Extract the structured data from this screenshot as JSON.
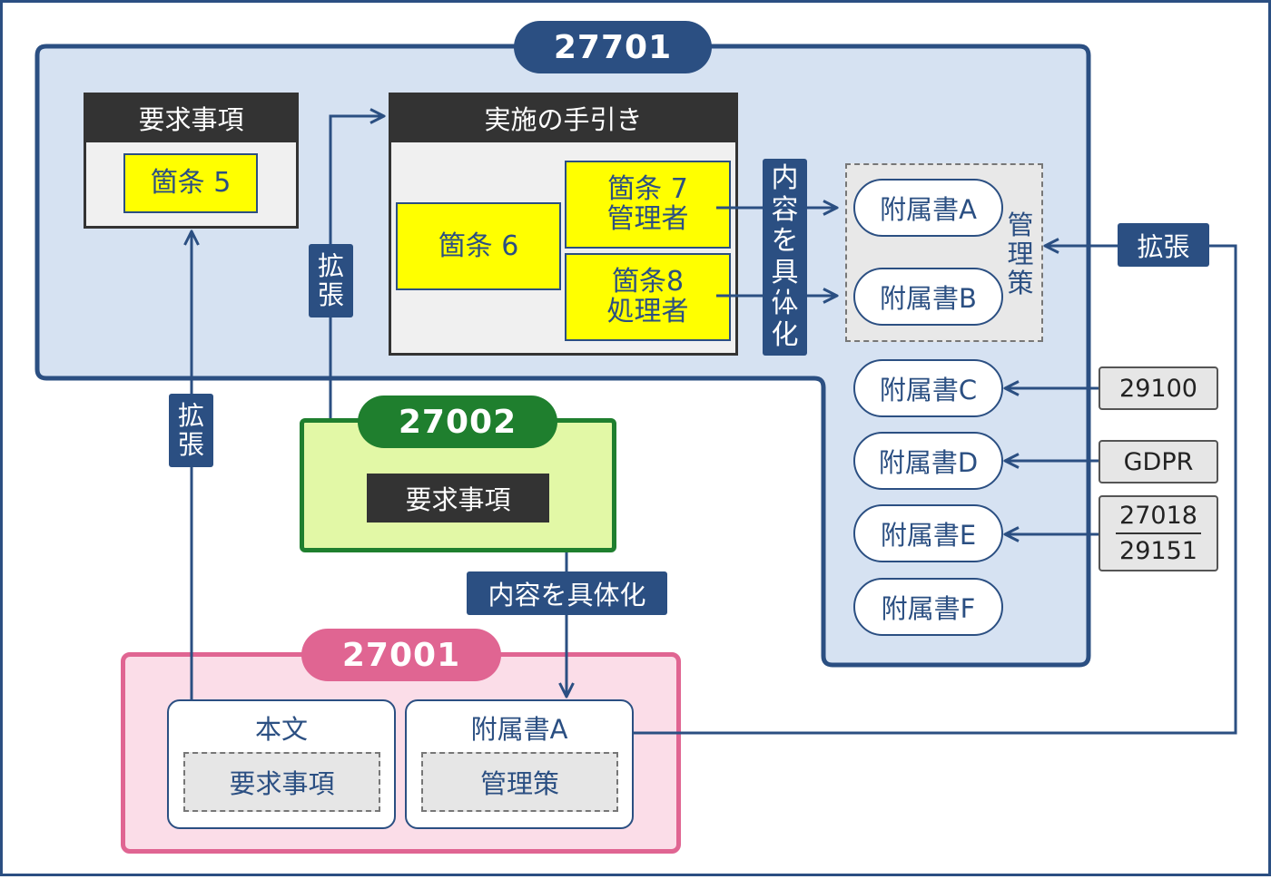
{
  "colors": {
    "navy": "#2b4f82",
    "light_blue_bg": "#d6e2f2",
    "green": "#1f7f2e",
    "light_green_bg": "#e2f8a6",
    "pink": "#e06592",
    "light_pink_bg": "#fbdde8",
    "yellow": "#ffff00",
    "dark_header": "#333333",
    "grey_box": "#e6e6e6"
  },
  "iso27701": {
    "title": "27701",
    "requirements_header": "要求事項",
    "clause5": "箇条 5",
    "guidance_header": "実施の手引き",
    "clause6": "箇条 6",
    "clause7_line1": "箇条 7",
    "clause7_line2": "管理者",
    "clause8_line1": "箇条8",
    "clause8_line2": "処理者",
    "detail_chars": [
      "内",
      "容",
      "を",
      "具",
      "体",
      "化"
    ],
    "controls_chars": [
      "管",
      "理",
      "策"
    ],
    "annex_a": "附属書A",
    "annex_b": "附属書B",
    "annex_c": "附属書C",
    "annex_d": "附属書D",
    "annex_e": "附属書E",
    "annex_f": "附属書F"
  },
  "external_standards": {
    "s29100": "29100",
    "gdpr": "GDPR",
    "s27018": "27018",
    "s29151": "29151"
  },
  "iso27002": {
    "title": "27002",
    "requirements": "要求事項"
  },
  "iso27001": {
    "title": "27001",
    "body_title": "本文",
    "body_content": "要求事項",
    "annex_title": "附属書A",
    "annex_content": "管理策"
  },
  "labels": {
    "extend_chars": [
      "拡",
      "張"
    ],
    "extend": "拡張",
    "detail": "内容を具体化"
  }
}
